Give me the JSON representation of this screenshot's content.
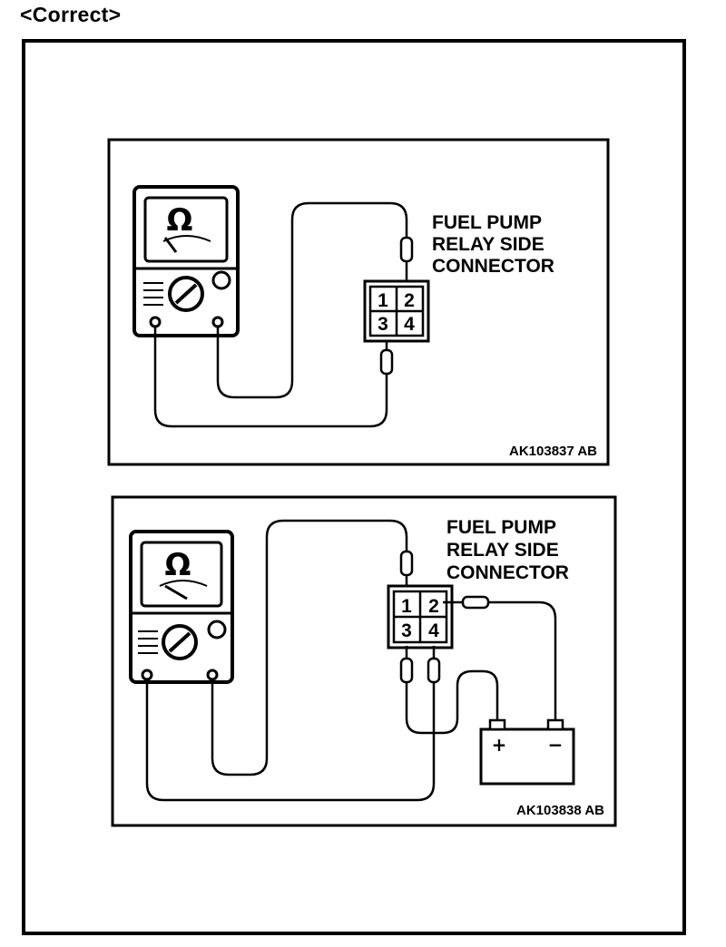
{
  "heading": "<Correct>",
  "diagrams": [
    {
      "label_lines": [
        "FUEL PUMP",
        "RELAY SIDE",
        "CONNECTOR"
      ],
      "code": "AK103837 AB",
      "pins": [
        "1",
        "2",
        "3",
        "4"
      ],
      "meter_symbol": "Ω"
    },
    {
      "label_lines": [
        "FUEL PUMP",
        "RELAY SIDE",
        "CONNECTOR"
      ],
      "code": "AK103838 AB",
      "pins": [
        "1",
        "2",
        "3",
        "4"
      ],
      "meter_symbol": "Ω",
      "battery_plus": "+",
      "battery_minus": "−"
    }
  ]
}
